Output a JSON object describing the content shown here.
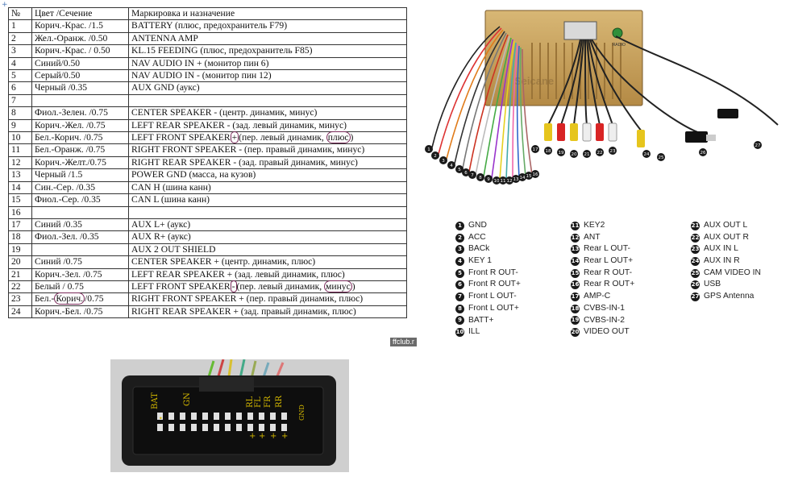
{
  "table": {
    "headers": [
      "№",
      "Цвет /Сечение",
      "Маркировка и назначение"
    ],
    "rows": [
      {
        "n": "1",
        "color": "Корич.-Крас. /1.5",
        "desc": "BATTERY (плюс, предохранитель F79)"
      },
      {
        "n": "2",
        "color": "Жел.-Оранж. /0.50",
        "desc": "ANTENNA AMP"
      },
      {
        "n": "3",
        "color": "Корич.-Крас. / 0.50",
        "desc": "KL.15 FEEDING (плюс, предохранитель F85)"
      },
      {
        "n": "4",
        "color": "Синий/0.50",
        "desc": "NAV AUDIO IN + (монитор пин 6)"
      },
      {
        "n": "5",
        "color": "Серый/0.50",
        "desc": "NAV AUDIO IN - (монитор пин 12)"
      },
      {
        "n": "6",
        "color": "Черный /0.35",
        "desc": "AUX GND (аукс)"
      },
      {
        "n": "7",
        "color": "",
        "desc": ""
      },
      {
        "n": "8",
        "color": "Фиол.-Зелен. /0.75",
        "desc": "CENTER SPEAKER - (центр. динамик, минус)"
      },
      {
        "n": "9",
        "color": "Корич.-Жел. /0.75",
        "desc": "LEFT REAR SPEAKER - (зад. левый динамик, минус)"
      },
      {
        "n": "10",
        "color": "Бел.-Корич. /0.75",
        "desc": "LEFT FRONT SPEAKER",
        "mark": "+",
        "desc2": "(пер. левый динамик, ",
        "circled": "плюс",
        "tail": ")"
      },
      {
        "n": "11",
        "color": "Бел.-Оранж. /0.75",
        "desc": "RIGHT FRONT SPEAKER - (пер. правый динамик, минус)"
      },
      {
        "n": "12",
        "color": "Корич.-Желт./0.75",
        "desc": "RIGHT REAR SPEAKER - (зад. правый динамик, минус)"
      },
      {
        "n": "13",
        "color": "Черный /1.5",
        "desc": "POWER GND (масса, на кузов)"
      },
      {
        "n": "14",
        "color": "Син.-Сер. /0.35",
        "desc": "CAN H (шина канн)"
      },
      {
        "n": "15",
        "color": "Фиол.-Сер. /0.35",
        "desc": "CAN L (шина канн)"
      },
      {
        "n": "16",
        "color": "",
        "desc": ""
      },
      {
        "n": "17",
        "color": "Синий /0.35",
        "desc": "AUX L+ (аукс)"
      },
      {
        "n": "18",
        "color": "Фиол.-Зел. /0.35",
        "desc": "AUX R+ (аукс)"
      },
      {
        "n": "19",
        "color": "",
        "desc": "AUX 2 OUT SHIELD"
      },
      {
        "n": "20",
        "color": "Синий /0.75",
        "desc": "CENTER SPEAKER + (центр. динамик, плюс)"
      },
      {
        "n": "21",
        "color": "Корич.-Зел. /0.75",
        "desc": "LEFT REAR SPEAKER + (зад. левый динамик, плюс)"
      },
      {
        "n": "22",
        "color": "Белый / 0.75",
        "desc": "LEFT FRONT SPEAKER",
        "mark": "-",
        "desc2": "(пер. левый динамик, ",
        "circled": "минус",
        "tail": ")"
      },
      {
        "n": "23",
        "color_pre": "Бел.-",
        "color_circ": "Корич.",
        "color_post": "/0.75",
        "desc": "RIGHT FRONT SPEAKER + (пер. правый динамик, плюс)"
      },
      {
        "n": "24",
        "color": "Корич.-Бел. /0.75",
        "desc": "RIGHT REAR SPEAKER + (зад. правый динамик, плюс)"
      }
    ]
  },
  "site_tag": "ffclub.r",
  "corner_mark": "+",
  "unit_labels": {
    "brand": "Seicane",
    "radio": "RADIO",
    "left_pins": [
      "1",
      "2",
      "3",
      "4",
      "5",
      "6",
      "7",
      "8",
      "9",
      "10",
      "11",
      "12",
      "13",
      "14",
      "15",
      "16"
    ],
    "right_pins": [
      "17",
      "18",
      "19",
      "20",
      "21",
      "22",
      "23",
      "24",
      "25",
      "26",
      "27"
    ]
  },
  "legend": {
    "col1": [
      {
        "n": "1",
        "label": "GND"
      },
      {
        "n": "2",
        "label": "ACC"
      },
      {
        "n": "3",
        "label": "BACk"
      },
      {
        "n": "4",
        "label": "KEY 1"
      },
      {
        "n": "5",
        "label": "Front R OUT-"
      },
      {
        "n": "6",
        "label": "Front R OUT+"
      },
      {
        "n": "7",
        "label": "Front L OUT-"
      },
      {
        "n": "8",
        "label": "Front L OUT+"
      },
      {
        "n": "9",
        "label": "BATT+"
      },
      {
        "n": "10",
        "label": "ILL"
      }
    ],
    "col2": [
      {
        "n": "11",
        "label": "KEY2"
      },
      {
        "n": "12",
        "label": "ANT"
      },
      {
        "n": "13",
        "label": "Rear L OUT-"
      },
      {
        "n": "14",
        "label": "Rear L OUT+"
      },
      {
        "n": "15",
        "label": "Rear R OUT-"
      },
      {
        "n": "16",
        "label": "Rear R OUT+"
      },
      {
        "n": "17",
        "label": "AMP-C"
      },
      {
        "n": "18",
        "label": "CVBS-IN-1"
      },
      {
        "n": "19",
        "label": "CVBS-IN-2"
      },
      {
        "n": "20",
        "label": "VIDEO OUT"
      }
    ],
    "col3": [
      {
        "n": "21",
        "label": "AUX OUT L"
      },
      {
        "n": "22",
        "label": "AUX OUT R"
      },
      {
        "n": "23",
        "label": "AUX IN L"
      },
      {
        "n": "24",
        "label": "AUX IN R"
      },
      {
        "n": "25",
        "label": "CAM VIDEO IN"
      },
      {
        "n": "26",
        "label": "USB"
      },
      {
        "n": "27",
        "label": "GPS Antenna"
      }
    ]
  },
  "connector": {
    "labels": [
      "BAT",
      "GN",
      "RL",
      "FL",
      "FR",
      "RR",
      "GND"
    ],
    "plus_marks": [
      "+",
      "+",
      "+",
      "+"
    ],
    "dot_mark": "•"
  }
}
